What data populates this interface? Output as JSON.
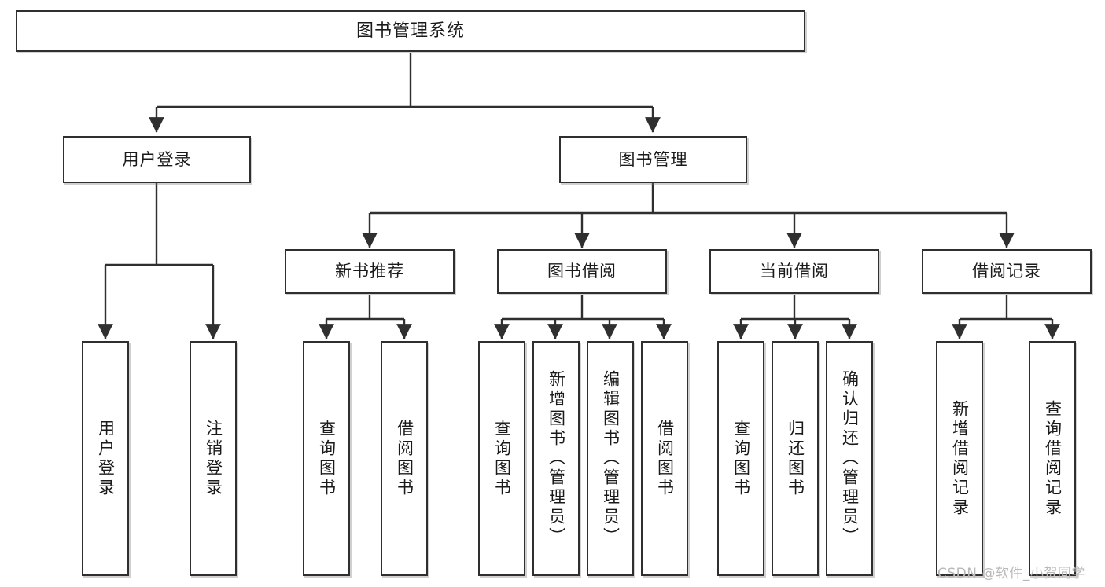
{
  "diagram": {
    "type": "tree-hierarchy",
    "title": "图书管理系统",
    "accent_color": "#2f2f2f",
    "background_color": "#ffffff",
    "nodes": {
      "root": {
        "label": "图书管理系统"
      },
      "level1": [
        {
          "id": "user-login",
          "label": "用户登录"
        },
        {
          "id": "book-manage",
          "label": "图书管理"
        }
      ],
      "level2": [
        {
          "id": "new-book-rec",
          "label": "新书推荐",
          "parent": "book-manage"
        },
        {
          "id": "book-borrow",
          "label": "图书借阅",
          "parent": "book-manage"
        },
        {
          "id": "current-borrow",
          "label": "当前借阅",
          "parent": "book-manage"
        },
        {
          "id": "borrow-record",
          "label": "借阅记录",
          "parent": "book-manage"
        }
      ],
      "leaves": [
        {
          "id": "leaf-user-login",
          "label": "用户登录",
          "parent": "user-login"
        },
        {
          "id": "leaf-logout-login",
          "label": "注销登录",
          "parent": "user-login"
        },
        {
          "id": "leaf-query-book-1",
          "label": "查询图书",
          "parent": "new-book-rec"
        },
        {
          "id": "leaf-borrow-book-1",
          "label": "借阅图书",
          "parent": "new-book-rec"
        },
        {
          "id": "leaf-query-book-2",
          "label": "查询图书",
          "parent": "book-borrow"
        },
        {
          "id": "leaf-add-book",
          "label": "新增图书（管理员）",
          "parent": "book-borrow"
        },
        {
          "id": "leaf-edit-book",
          "label": "编辑图书（管理员）",
          "parent": "book-borrow"
        },
        {
          "id": "leaf-borrow-book-2",
          "label": "借阅图书",
          "parent": "book-borrow"
        },
        {
          "id": "leaf-query-book-3",
          "label": "查询图书",
          "parent": "current-borrow"
        },
        {
          "id": "leaf-return-book",
          "label": "归还图书",
          "parent": "current-borrow"
        },
        {
          "id": "leaf-confirm-return",
          "label": "确认归还（管理员）",
          "parent": "current-borrow"
        },
        {
          "id": "leaf-add-record",
          "label": "新增借阅记录",
          "parent": "borrow-record"
        },
        {
          "id": "leaf-query-record",
          "label": "查询借阅记录",
          "parent": "borrow-record"
        }
      ]
    }
  },
  "watermark": {
    "text": "CSDN @软件_小贺同学"
  }
}
